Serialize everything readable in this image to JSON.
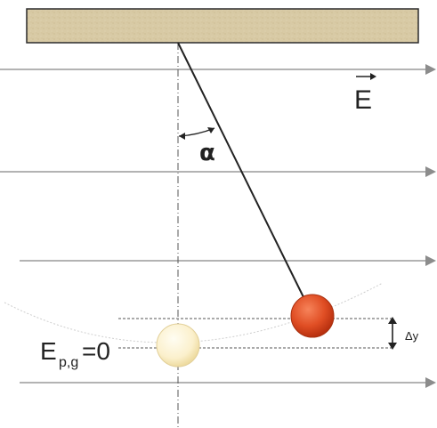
{
  "labels": {
    "field_symbol": "E",
    "angle_symbol": "α",
    "delta_y": "Δy",
    "potential_energy_main": "E",
    "potential_energy_subscript": "p,g",
    "potential_energy_value": "=0"
  },
  "colors": {
    "ceiling_fill": "#d8caa5",
    "ceiling_stroke": "#2b2b2b",
    "field_line": "#9a9a9a",
    "field_arrowhead": "#8c8c8c",
    "string": "#222222",
    "ball_charged_light": "#f06a3c",
    "ball_charged_dark": "#c8381a",
    "ball_rest_light": "#fffbe8",
    "ball_rest_dark": "#f2e3b0",
    "guide_line": "#555555",
    "arc_path": "#cfcfcf"
  }
}
